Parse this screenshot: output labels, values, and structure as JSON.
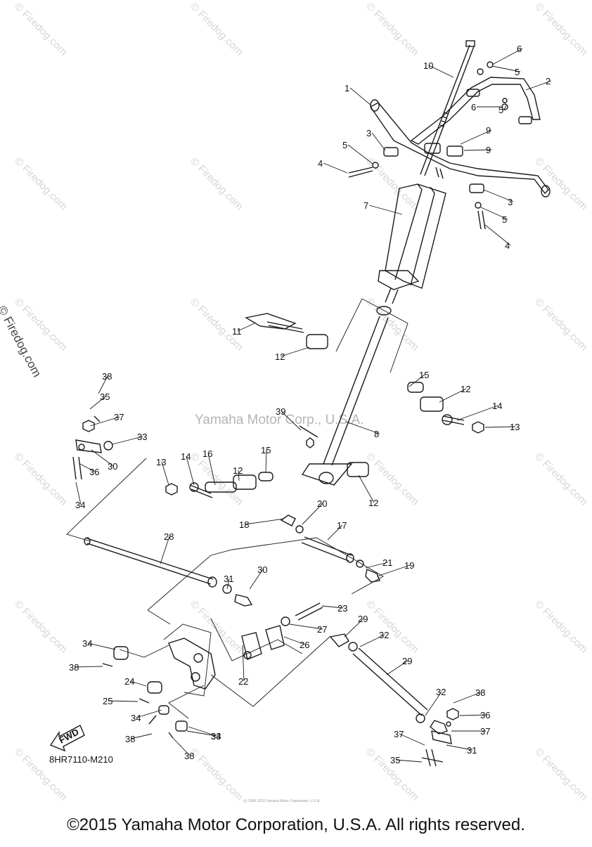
{
  "diagram": {
    "watermark_center": "Yamaha Motor Corp., U.S.A.",
    "watermark_tile": "© Firedog.com",
    "side_watermark": "© Firedog.com",
    "diagram_id": "8HR7110-M210",
    "fwd_label": "FWD",
    "fine_print": "(c) 2005-2015 Yamaha Motor Corporation, U.S.A.",
    "copyright": "©2015 Yamaha Motor Corporation, U.S.A. All rights reserved.",
    "callouts": [
      "1",
      "2",
      "3",
      "3",
      "4",
      "4",
      "5",
      "5",
      "5",
      "5",
      "6",
      "6",
      "7",
      "8",
      "9",
      "9",
      "10",
      "11",
      "12",
      "12",
      "12",
      "12",
      "13",
      "13",
      "14",
      "14",
      "15",
      "15",
      "16",
      "17",
      "18",
      "19",
      "20",
      "21",
      "22",
      "23",
      "24",
      "25",
      "26",
      "27",
      "28",
      "29",
      "29",
      "30",
      "30",
      "31",
      "31",
      "32",
      "32",
      "33",
      "33",
      "34",
      "34",
      "34",
      "34",
      "35",
      "35",
      "36",
      "36",
      "37",
      "37",
      "37",
      "38",
      "38",
      "38",
      "38",
      "38",
      "39"
    ]
  }
}
